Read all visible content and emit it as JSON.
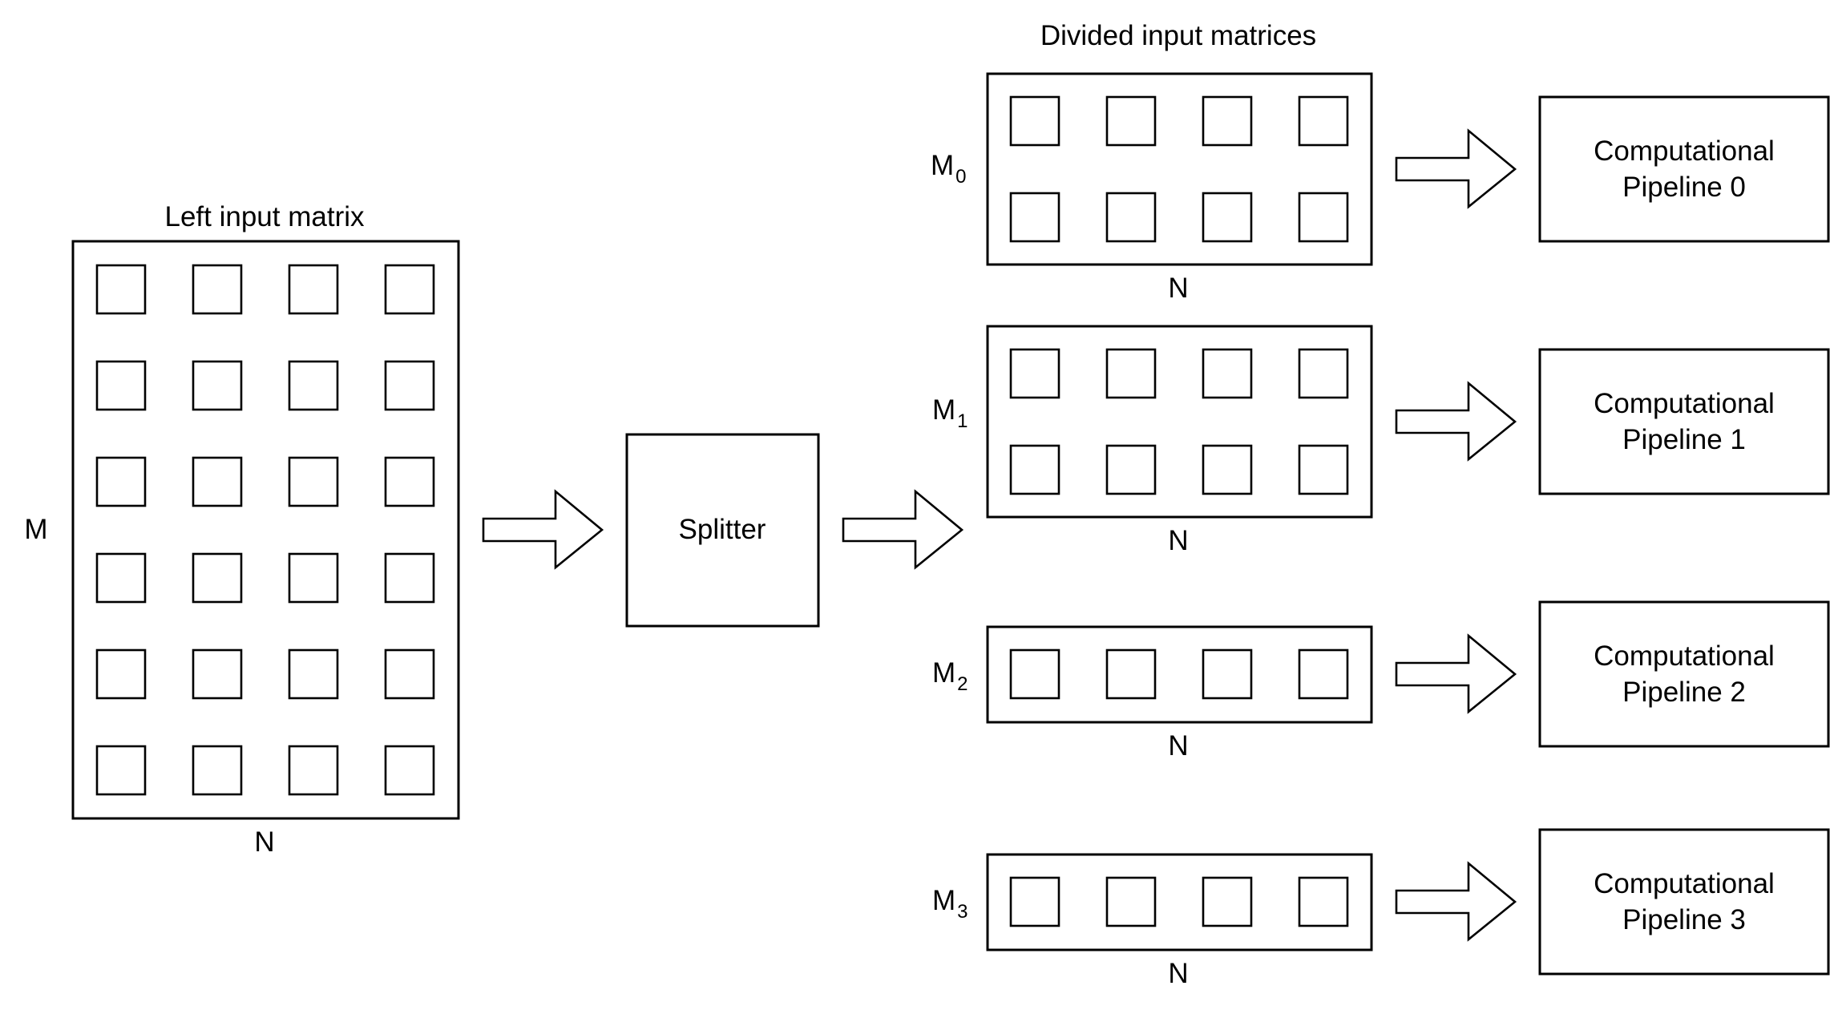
{
  "left_matrix": {
    "title": "Left input matrix",
    "row_label": "M",
    "col_label": "N"
  },
  "splitter": {
    "label": "Splitter"
  },
  "divided": {
    "title": "Divided input matrices",
    "matrices": [
      {
        "row_label": "M",
        "subscript": "0",
        "col_label": "N"
      },
      {
        "row_label": "M",
        "subscript": "1",
        "col_label": "N"
      },
      {
        "row_label": "M",
        "subscript": "2",
        "col_label": "N"
      },
      {
        "row_label": "M",
        "subscript": "3",
        "col_label": "N"
      }
    ]
  },
  "pipelines": [
    {
      "line1": "Computational",
      "line2": "Pipeline 0"
    },
    {
      "line1": "Computational",
      "line2": "Pipeline 1"
    },
    {
      "line1": "Computational",
      "line2": "Pipeline 2"
    },
    {
      "line1": "Computational",
      "line2": "Pipeline 3"
    }
  ]
}
